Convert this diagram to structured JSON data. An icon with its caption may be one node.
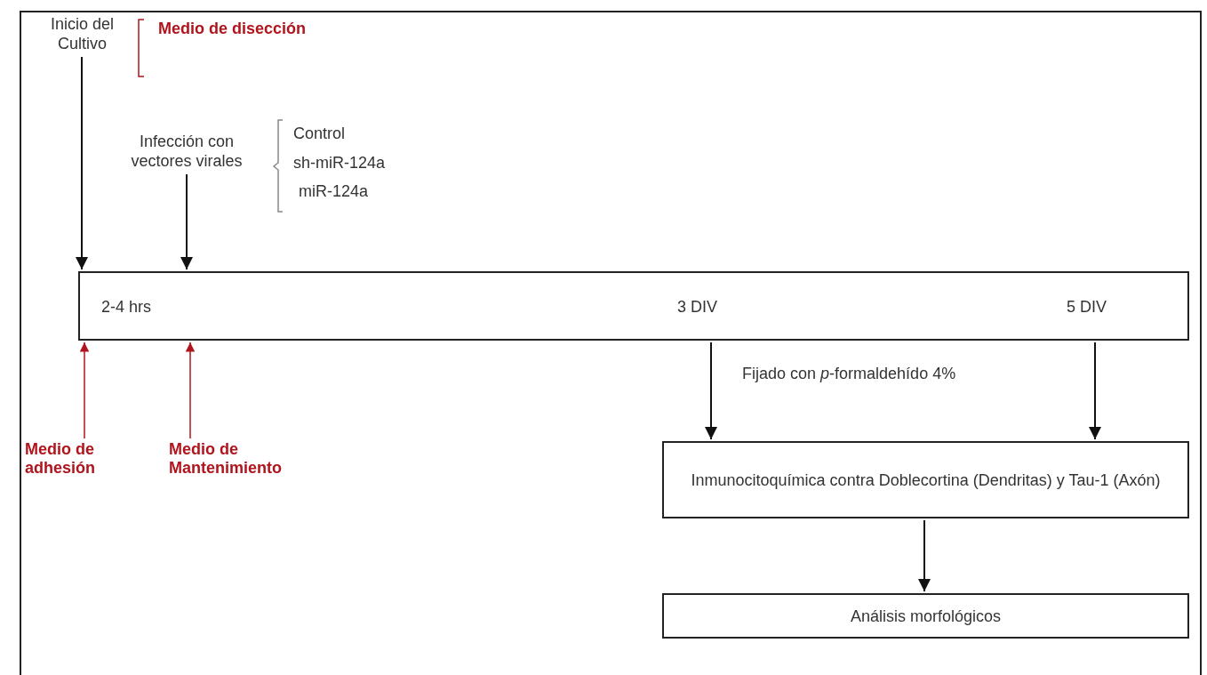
{
  "diagram": {
    "nodes": [
      {
        "text": [
          "Inicio del Cultivo"
        ]
      },
      {
        "text": [
          "Infección con vectores virales"
        ]
      },
      {
        "text": [
          "2-4 hrs",
          "3 DIV",
          "5 DIV"
        ]
      },
      {
        "text": [
          "Medio de adhesión"
        ]
      },
      {
        "text": [
          "Medio de Mantenimiento"
        ]
      },
      {
        "text": [
          "Inmunocitoquímica contra Doblecortina (Dendritas) y Tau-1 (Axón)"
        ]
      },
      {
        "text": [
          "Análisis morfológicos"
        ]
      }
    ],
    "edges": [
      {
        "from": 0,
        "to": 2,
        "arrow": "to"
      },
      {
        "from": 1,
        "to": 2,
        "arrow": "to"
      },
      {
        "from": 3,
        "to": 2,
        "arrow": "to",
        "color": "#b0141c"
      },
      {
        "from": 4,
        "to": 2,
        "arrow": "to",
        "color": "#b0141c"
      },
      {
        "from": 2,
        "to": 5,
        "arrow": "to"
      },
      {
        "from": 2,
        "to": 5,
        "arrow": "to"
      },
      {
        "from": 5,
        "to": 6,
        "arrow": "to"
      }
    ],
    "labels": [
      "Medio de disección",
      "Control",
      "sh-miR-124a",
      "miR-124a",
      "Fijado con *p*-formaldehído 4%"
    ]
  }
}
